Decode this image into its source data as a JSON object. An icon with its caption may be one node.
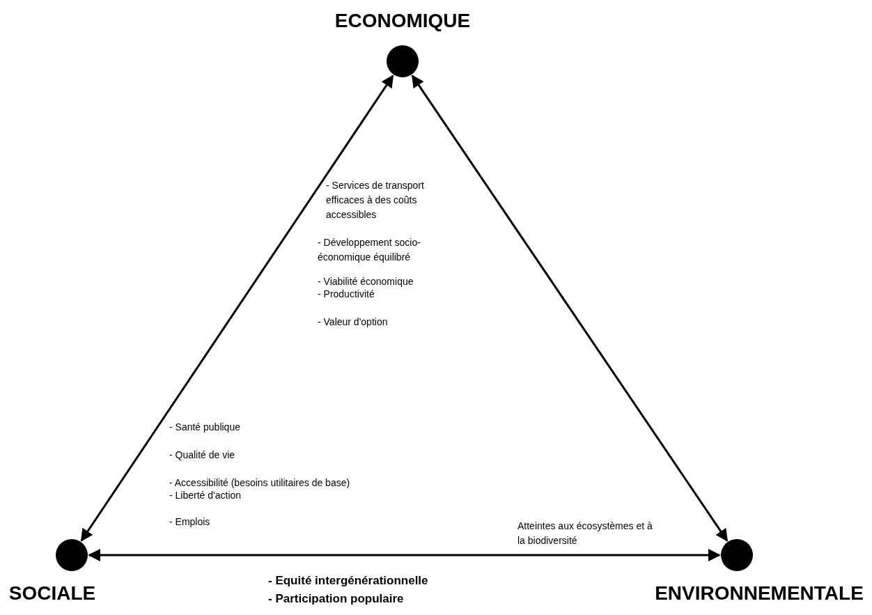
{
  "diagram": {
    "nodes": [
      {
        "text": [],
        "shape": "circle",
        "beside": [
          "ECONOMIQUE"
        ]
      },
      {
        "text": [],
        "shape": "circle",
        "beside": [
          "SOCIALE"
        ]
      },
      {
        "text": [],
        "shape": "circle",
        "beside": [
          "ENVIRONNEMENTALE"
        ]
      }
    ],
    "edges": [
      {
        "from": 1,
        "to": 0,
        "arrow": "both"
      },
      {
        "from": 0,
        "to": 2,
        "arrow": "both"
      },
      {
        "from": 1,
        "to": 2,
        "arrow": "both"
      }
    ],
    "labels": [
      "- Services de transport efficaces à des coûts accessibles",
      "- Développement socio-économique équilibré",
      "- Viabilité économique",
      "- Productivité",
      "- Valeur d'option",
      "- Santé publique",
      "- Qualité de vie",
      "- Accessibilité (besoins utilitaires de base)",
      "- Liberté d'action",
      "- Emplois",
      "Atteintes aux écosystèmes et à la biodiversité",
      "- Equité intergénérationnelle",
      "- Participation populaire"
    ]
  }
}
